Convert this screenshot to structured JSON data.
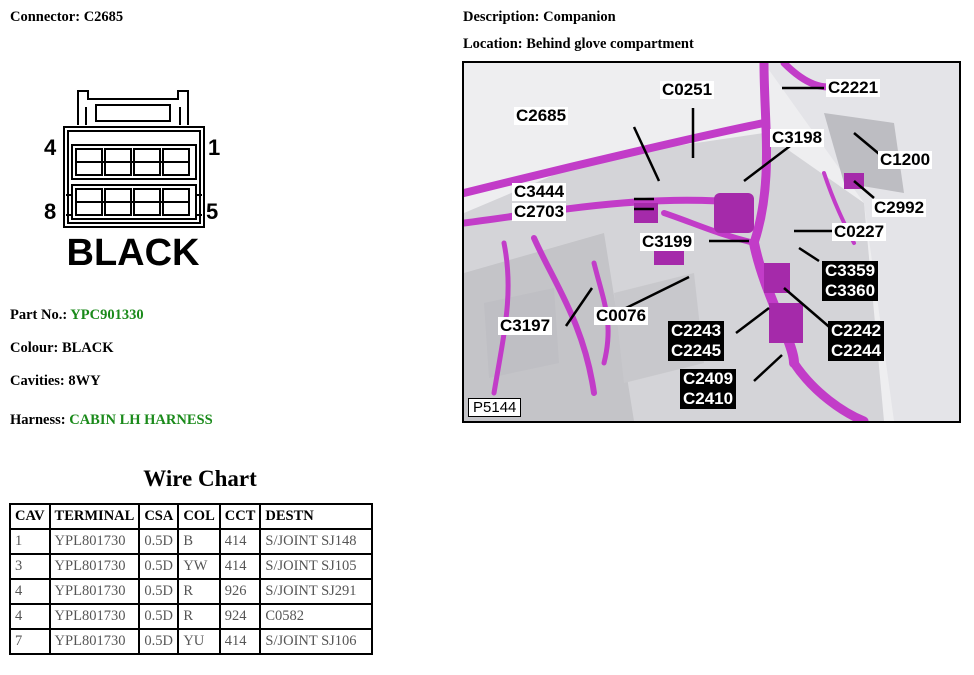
{
  "header": {
    "connector_label": "Connector:",
    "connector_value": "C2685",
    "description_label": "Description:",
    "description_value": "Companion",
    "location_label": "Location:",
    "location_value": "Behind glove compartment"
  },
  "connector_diagram": {
    "pin_top_left": "4",
    "pin_top_right": "1",
    "pin_bottom_left": "8",
    "pin_bottom_right": "5",
    "colour_text": "BLACK"
  },
  "details": {
    "part_no_label": "Part No.:",
    "part_no_value": "YPC901330",
    "colour_label": "Colour:",
    "colour_value": "BLACK",
    "cavities_label": "Cavities:",
    "cavities_value": "8WY",
    "harness_label": "Harness:",
    "harness_value": "CABIN LH HARNESS"
  },
  "wire_chart": {
    "title": "Wire Chart",
    "headers": [
      "CAV",
      "TERMINAL",
      "CSA",
      "COL",
      "CCT",
      "DESTN"
    ],
    "rows": [
      [
        "1",
        "YPL801730",
        "0.5D",
        "B",
        "414",
        "S/JOINT SJ148"
      ],
      [
        "3",
        "YPL801730",
        "0.5D",
        "YW",
        "414",
        "S/JOINT SJ105"
      ],
      [
        "4",
        "YPL801730",
        "0.5D",
        "R",
        "926",
        "S/JOINT SJ291"
      ],
      [
        "4",
        "YPL801730",
        "0.5D",
        "R",
        "924",
        "C0582"
      ],
      [
        "7",
        "YPL801730",
        "0.5D",
        "YU",
        "414",
        "S/JOINT SJ106"
      ]
    ]
  },
  "location_photo": {
    "reference": "P5144",
    "callouts": {
      "c0251": "C0251",
      "c2221": "C2221",
      "c2685": "C2685",
      "c3198": "C3198",
      "c1200": "C1200",
      "c3444": "C3444",
      "c2703": "C2703",
      "c2992": "C2992",
      "c0227": "C0227",
      "c3199": "C3199",
      "c3359": "C3359",
      "c3360": "C3360",
      "c3197": "C3197",
      "c0076": "C0076",
      "c2243": "C2243",
      "c2245": "C2245",
      "c2242": "C2242",
      "c2244": "C2244",
      "c2409": "C2409",
      "c2410": "C2410"
    },
    "colors": {
      "harness": "#c23cc8",
      "dash": "#d9d9dd"
    }
  }
}
